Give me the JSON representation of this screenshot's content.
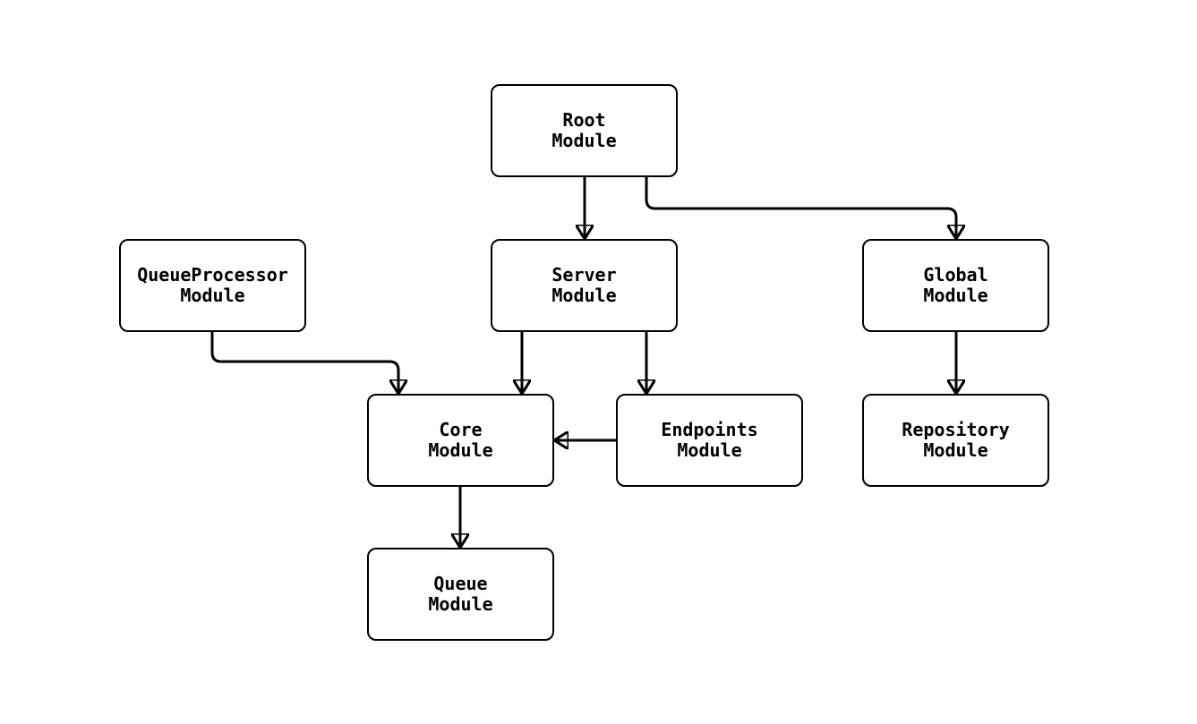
{
  "diagram": {
    "type": "module-dependency-graph",
    "background_color": "#ffffff",
    "stroke_color": "#000000",
    "nodes": [
      {
        "id": "root",
        "label": "Root\nModule"
      },
      {
        "id": "queueprocessor",
        "label": "QueueProcessor\nModule"
      },
      {
        "id": "server",
        "label": "Server\nModule"
      },
      {
        "id": "global",
        "label": "Global\nModule"
      },
      {
        "id": "core",
        "label": "Core\nModule"
      },
      {
        "id": "endpoints",
        "label": "Endpoints\nModule"
      },
      {
        "id": "repository",
        "label": "Repository\nModule"
      },
      {
        "id": "queue",
        "label": "Queue\nModule"
      }
    ],
    "edges": [
      {
        "from": "root",
        "to": "server"
      },
      {
        "from": "root",
        "to": "global"
      },
      {
        "from": "queueprocessor",
        "to": "core"
      },
      {
        "from": "server",
        "to": "core"
      },
      {
        "from": "server",
        "to": "endpoints"
      },
      {
        "from": "endpoints",
        "to": "core"
      },
      {
        "from": "global",
        "to": "repository"
      },
      {
        "from": "core",
        "to": "queue"
      }
    ]
  }
}
